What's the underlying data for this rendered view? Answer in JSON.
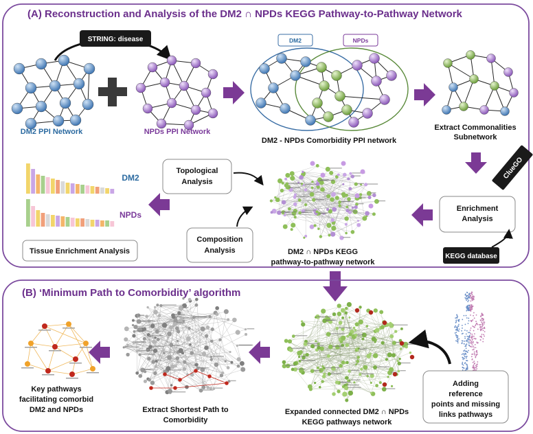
{
  "panel_a": {
    "title": "(A) Reconstruction and Analysis of the DM2 ∩ NPDs KEGG Pathway-to-Pathway Network",
    "string_label": "STRING: disease",
    "dm2_ppi_label": "DM2 PPI Network",
    "npds_ppi_label": "NPDs PPI Network",
    "venn_dm2": "DM2",
    "venn_npds": "NPDs",
    "comorbidity_label": "DM2 - NPDs Comorbidity PPI network",
    "extract_line1": "Extract Commonalities",
    "extract_line2": "Subnetwork",
    "cluego_label": "ClueGO",
    "enrichment_line1": "Enrichment",
    "enrichment_line2": "Analysis",
    "kegg_db_label": "KEGG database",
    "topological_line1": "Topological",
    "topological_line2": "Analysis",
    "composition_line1": "Composition",
    "composition_line2": "Analysis",
    "kegg_network_line1": "DM2 ∩ NPDs KEGG",
    "kegg_network_line2": "pathway-to-pathway network",
    "tissue_dm2": "DM2",
    "tissue_npds": "NPDs",
    "tissue_label": "Tissue Enrichment Analysis"
  },
  "panel_b": {
    "title": "(B) ‘Minimum Path to Comorbidity’ algorithm",
    "key_line1": "Key pathways",
    "key_line2": "facilitating comorbid",
    "key_line3": "DM2 and NPDs",
    "shortest_line1": "Extract Shortest Path to",
    "shortest_line2": "Comorbidity",
    "expanded_line1": "Expanded connected DM2 ∩ NPDs",
    "expanded_line2": "KEGG pathways network",
    "adding_line1": "Adding",
    "adding_line2": "reference",
    "adding_line3": "points and missing",
    "adding_line4": "links pathways"
  },
  "colors": {
    "purple": "#6b2f8c",
    "arrow_purple": "#7b3a95",
    "dm2_blue": "#5b8fc7",
    "npds_purple": "#a87ccf",
    "common_green": "#8fbf5a",
    "node_red": "#c0281d",
    "node_orange": "#f0a22a"
  },
  "icons": [
    "plus-icon",
    "human-figure-icon",
    "curved-arrow-icon"
  ]
}
